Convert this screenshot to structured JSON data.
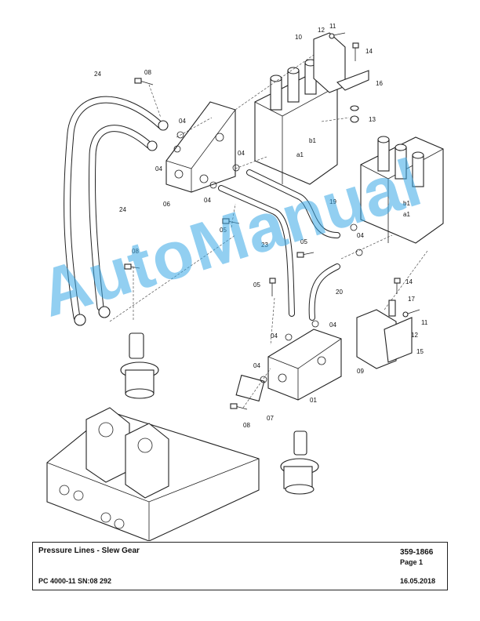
{
  "watermark": "AutoManual",
  "title_block": {
    "title": "Pressure Lines - Slew Gear",
    "part_number": "359-1866",
    "page": "Page 1",
    "model": "PC 4000-11 SN:08 292",
    "date": "16.05.2018"
  },
  "callouts": [
    "01",
    "04",
    "04",
    "04",
    "04",
    "04",
    "04",
    "04",
    "04",
    "05",
    "05",
    "05",
    "06",
    "07",
    "08",
    "08",
    "08",
    "09",
    "10",
    "11",
    "11",
    "12",
    "12",
    "13",
    "14",
    "14",
    "15",
    "16",
    "17",
    "19",
    "20",
    "23",
    "24",
    "24"
  ]
}
